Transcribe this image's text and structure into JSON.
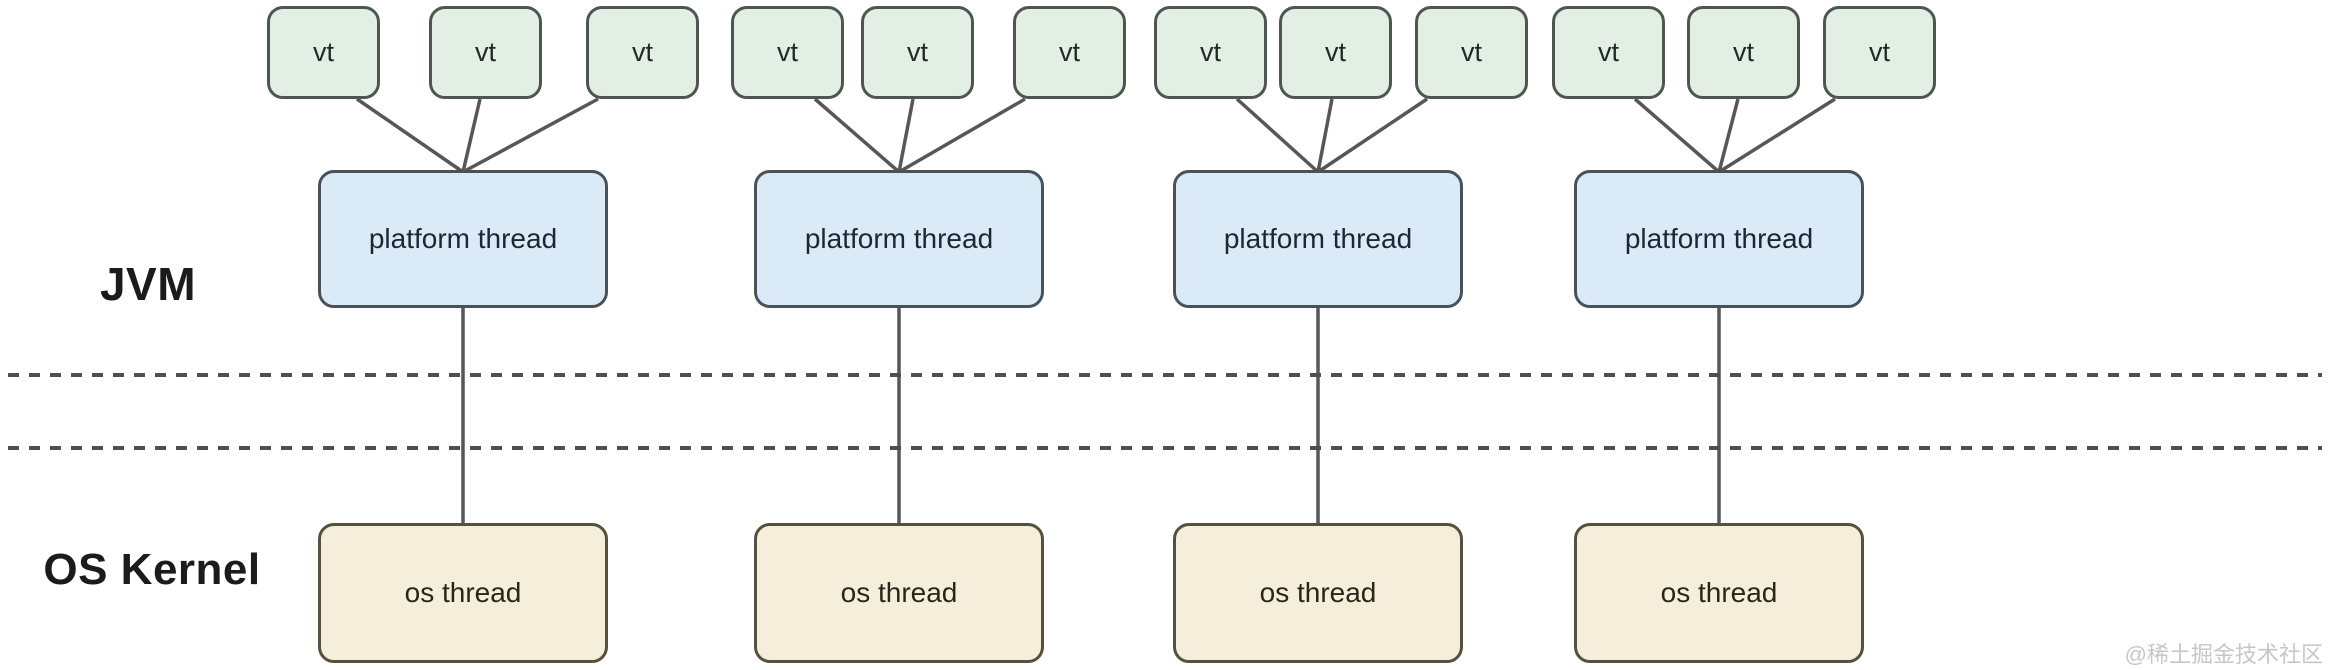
{
  "diagram": {
    "jvm_label": "JVM",
    "os_kernel_label": "OS Kernel",
    "groups": [
      {
        "vts": [
          "vt",
          "vt",
          "vt"
        ],
        "platform_thread": "platform thread",
        "os_thread": "os thread"
      },
      {
        "vts": [
          "vt",
          "vt",
          "vt"
        ],
        "platform_thread": "platform thread",
        "os_thread": "os thread"
      },
      {
        "vts": [
          "vt",
          "vt",
          "vt"
        ],
        "platform_thread": "platform thread",
        "os_thread": "os thread"
      },
      {
        "vts": [
          "vt",
          "vt",
          "vt"
        ],
        "platform_thread": "platform thread",
        "os_thread": "os thread"
      }
    ],
    "watermark": "@稀土掘金技术社区",
    "colors": {
      "vt_fill": "#e3efe5",
      "vt_border": "#4e5650",
      "vt_text": "#1e2a22",
      "platform_fill": "#dbeaf7",
      "platform_border": "#49525a",
      "platform_text": "#1c2733",
      "os_fill": "#f4eeda",
      "os_border": "#56503f",
      "os_text": "#2a251a",
      "line_color": "#575757",
      "dash_color": "#4f4f4f",
      "label_text": "#1b1b1b",
      "watermark_color": "#c7c7c7",
      "bg": "#ffffff"
    }
  }
}
